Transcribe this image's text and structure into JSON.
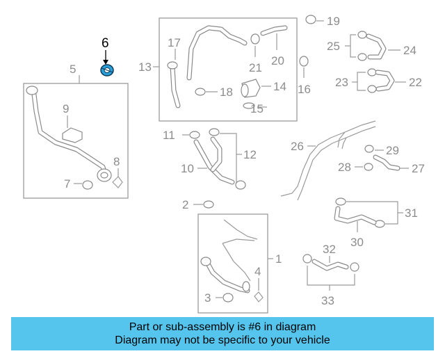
{
  "callouts": {
    "c1": "1",
    "c2": "2",
    "c3": "3",
    "c4": "4",
    "c5": "5",
    "c6": "6",
    "c7": "7",
    "c8": "8",
    "c9": "9",
    "c10": "10",
    "c11": "11",
    "c12": "12",
    "c13": "13",
    "c14": "14",
    "c15": "15",
    "c16": "16",
    "c17": "17",
    "c18": "18",
    "c19": "19",
    "c20": "20",
    "c21": "21",
    "c22": "22",
    "c23": "23",
    "c24": "24",
    "c25": "25",
    "c26": "26",
    "c27": "27",
    "c28": "28",
    "c29": "29",
    "c30": "30",
    "c31": "31",
    "c32": "32",
    "c33": "33"
  },
  "highlighted_part": "6",
  "highlight_color": "#2a9fd8",
  "banner": {
    "line1": "Part or sub-assembly is #6 in diagram",
    "line2": "Diagram may not be specific to your vehicle",
    "background": "#55c5ee"
  }
}
